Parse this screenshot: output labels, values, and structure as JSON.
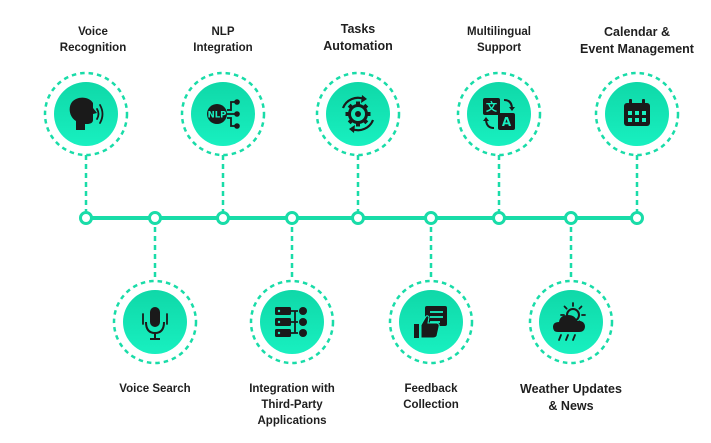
{
  "colors": {
    "fill_top": "#0fd8a8",
    "fill_bottom": "#18f0c0",
    "ring": "#19dca8",
    "line": "#19dca8",
    "icon": "#1a1a1a",
    "text": "#1f1f1f"
  },
  "timeline": {
    "nodes": 9
  },
  "top_items": [
    {
      "label_lines": [
        "Voice",
        "Recognition"
      ],
      "icon": "speaking-head-icon"
    },
    {
      "label_lines": [
        "NLP",
        "Integration"
      ],
      "icon": "nlp-nodes-icon"
    },
    {
      "label_lines": [
        "Tasks",
        "Automation"
      ],
      "icon": "gear-cycle-icon"
    },
    {
      "label_lines": [
        "Multilingual",
        "Support"
      ],
      "icon": "translate-icon"
    },
    {
      "label_lines": [
        "Calendar &",
        "Event Management"
      ],
      "icon": "calendar-icon"
    }
  ],
  "bottom_items": [
    {
      "label_lines": [
        "Voice Search"
      ],
      "icon": "microphone-icon"
    },
    {
      "label_lines": [
        "Integration with",
        "Third-Party",
        "Applications"
      ],
      "icon": "integration-icon"
    },
    {
      "label_lines": [
        "Feedback",
        "Collection"
      ],
      "icon": "feedback-icon"
    },
    {
      "label_lines": [
        "Weather Updates",
        "& News"
      ],
      "icon": "weather-icon"
    }
  ]
}
